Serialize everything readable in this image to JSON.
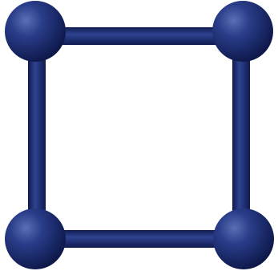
{
  "diagram": {
    "type": "square-ball-and-stick",
    "nodes": [
      "top-left",
      "top-right",
      "bottom-left",
      "bottom-right"
    ],
    "edges": [
      [
        "top-left",
        "top-right"
      ],
      [
        "top-right",
        "bottom-right"
      ],
      [
        "bottom-right",
        "bottom-left"
      ],
      [
        "bottom-left",
        "top-left"
      ]
    ],
    "colors": {
      "stick": "#1d2d6e",
      "stick_highlight": "#33468f",
      "stick_edge": "#0d1642",
      "ball_dark": "#0f1b50",
      "ball_mid": "#213583",
      "ball_light": "#5a6fb4"
    }
  }
}
